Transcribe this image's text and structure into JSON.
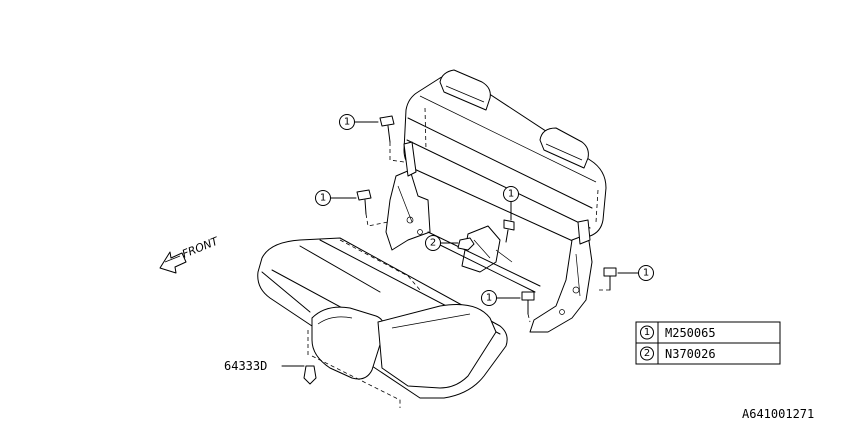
{
  "callouts": {
    "one": "1",
    "two": "2"
  },
  "direction_label": "FRONT",
  "part_label": "64333D",
  "legend": [
    {
      "num": "1",
      "code": "M250065"
    },
    {
      "num": "2",
      "code": "N370026"
    }
  ],
  "diagram_id": "A641001271"
}
